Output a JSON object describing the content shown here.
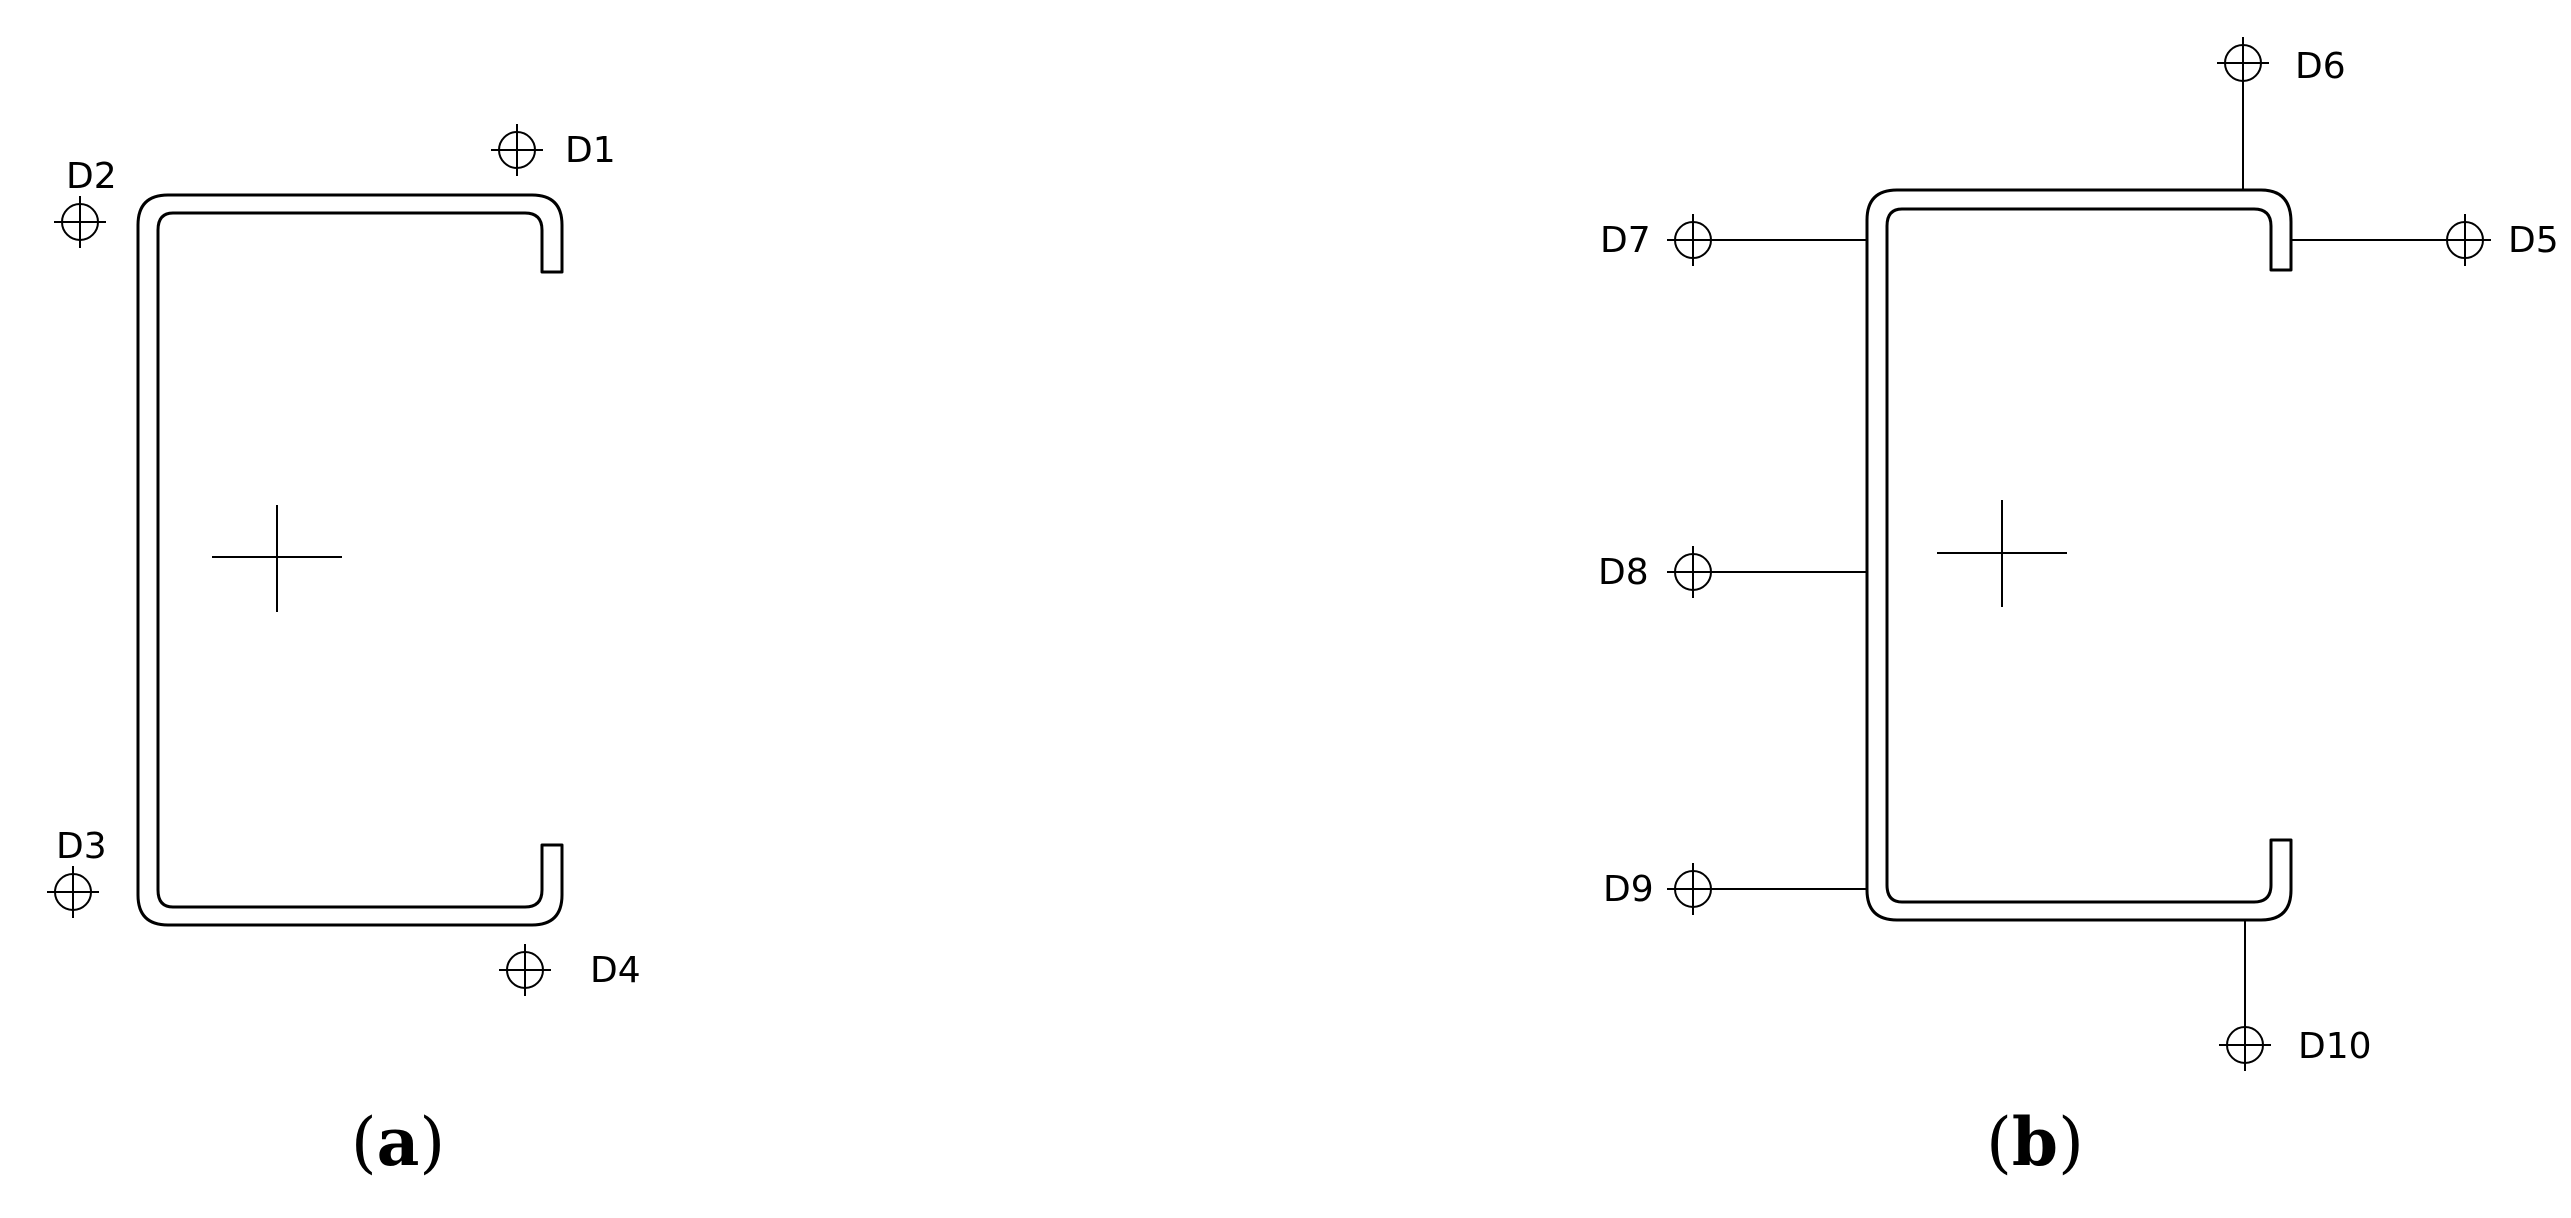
{
  "panel_a": {
    "caption_open": "(",
    "caption_letter": "a",
    "caption_close": ")",
    "markers": [
      "D1",
      "D2",
      "D3",
      "D4"
    ]
  },
  "panel_b": {
    "caption_open": "(",
    "caption_letter": "b",
    "caption_close": ")",
    "markers": [
      "D5",
      "D6",
      "D7",
      "D8",
      "D9",
      "D10"
    ]
  }
}
